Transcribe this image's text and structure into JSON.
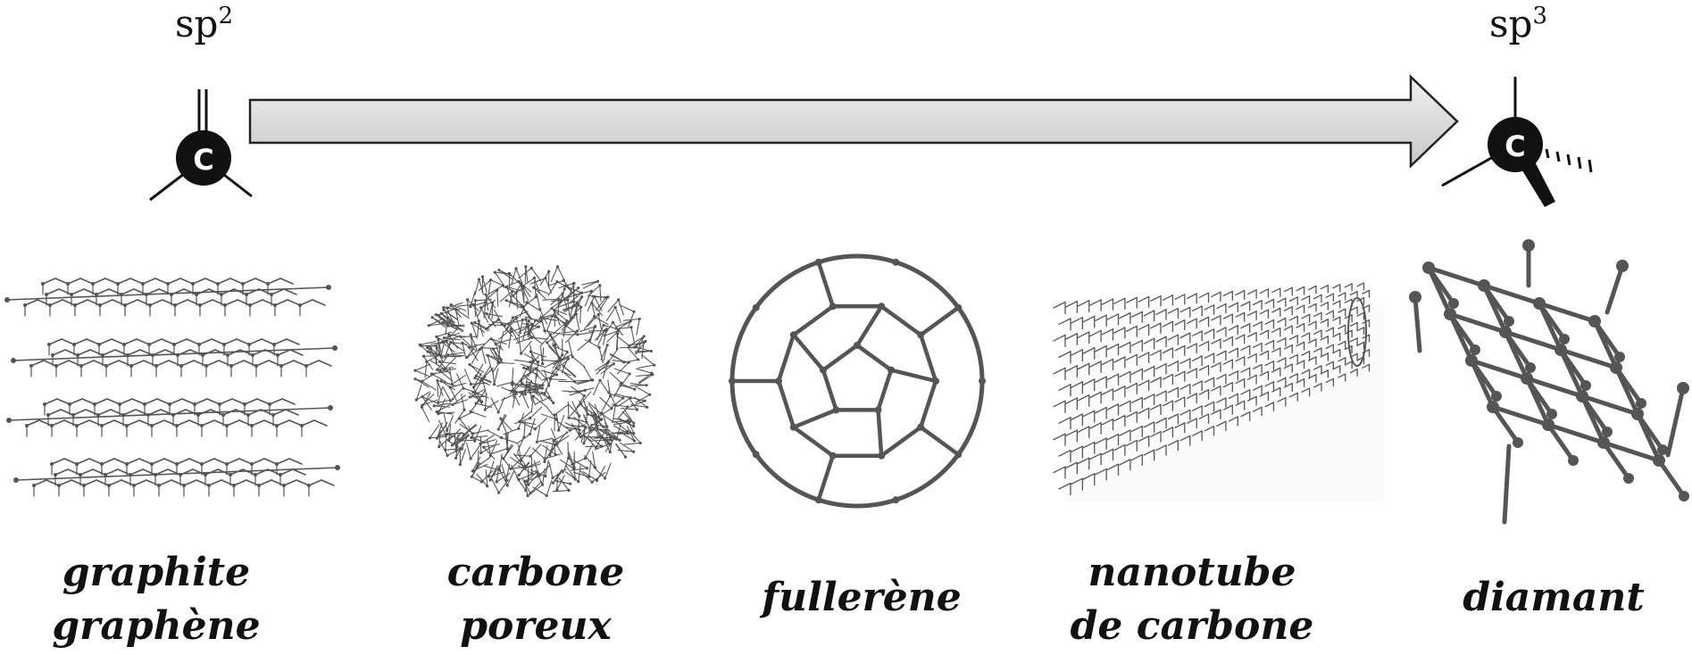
{
  "hybridization": {
    "left": {
      "base": "sp",
      "exp": "2"
    },
    "right": {
      "base": "sp",
      "exp": "3"
    }
  },
  "atom_symbol": "C",
  "materials": [
    {
      "id": "graphite",
      "lines": [
        "graphite",
        "graphène"
      ]
    },
    {
      "id": "porous",
      "lines": [
        "carbone",
        "poreux"
      ]
    },
    {
      "id": "fullerene",
      "lines": [
        "fullerène"
      ]
    },
    {
      "id": "nanotube",
      "lines": [
        "nanotube",
        "de carbone"
      ]
    },
    {
      "id": "diamond",
      "lines": [
        "diamant"
      ]
    }
  ],
  "colors": {
    "arrow_fill": "#dcdcdc",
    "atom": "#111111",
    "structure": "#555555"
  }
}
